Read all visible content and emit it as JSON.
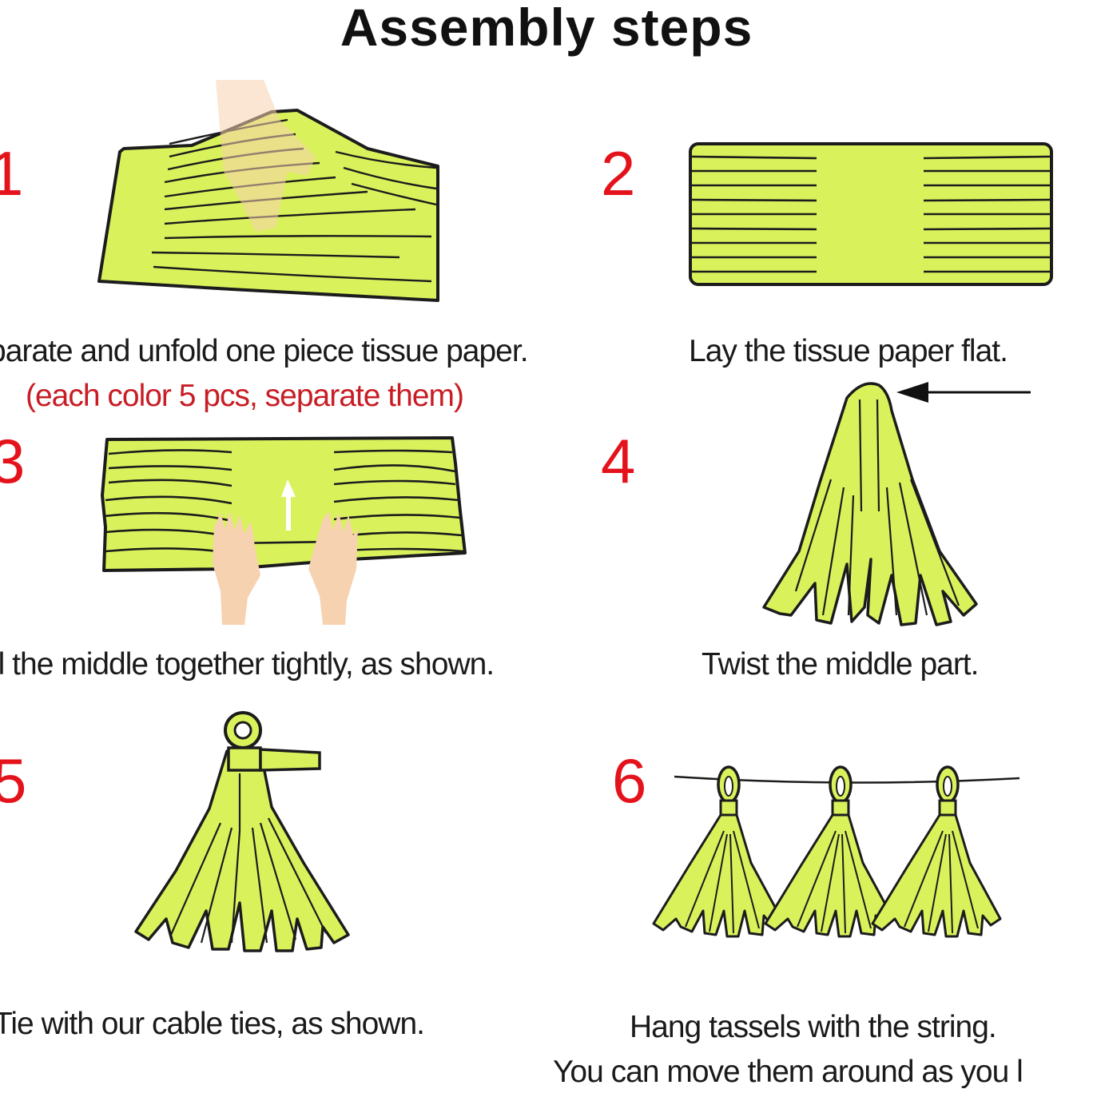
{
  "title": "Assembly steps",
  "colors": {
    "paper": "#d9f25c",
    "outline": "#1c1c1c",
    "step_number": "#e4131b",
    "note": "#c81d25",
    "hand": "#f7d2b0"
  },
  "steps": [
    {
      "number": "1",
      "caption": "parate and unfold one piece tissue paper.",
      "note": "(each color 5 pcs, separate them)"
    },
    {
      "number": "2",
      "caption": "Lay the tissue paper flat."
    },
    {
      "number": "3",
      "caption": "ll the middle together tightly, as shown."
    },
    {
      "number": "4",
      "caption": "Twist the middle part."
    },
    {
      "number": "5",
      "caption": "Tie with our cable ties, as shown."
    },
    {
      "number": "6",
      "caption": "Hang tassels with the string.",
      "caption2": "You can move them around as you l"
    }
  ]
}
